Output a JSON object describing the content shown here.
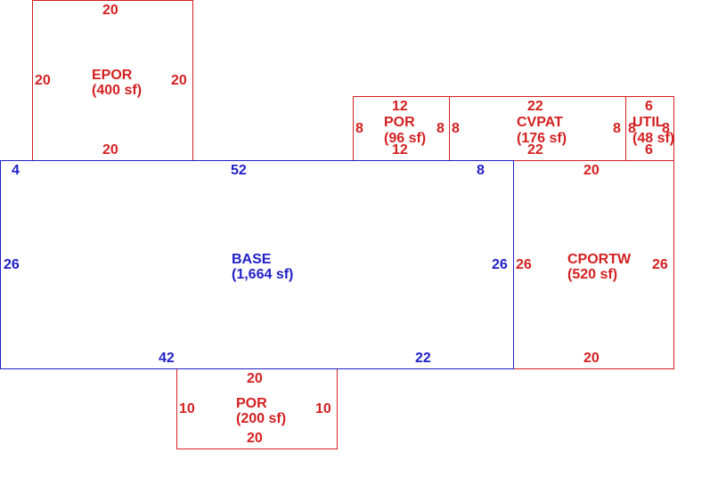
{
  "areas": {
    "epor": {
      "name": "EPOR",
      "size": "(400 sf)",
      "top": "20",
      "bottom": "20",
      "left": "20",
      "right": "20"
    },
    "por_top": {
      "name": "POR",
      "size": "(96 sf)",
      "top": "12",
      "bottom": "12",
      "left": "8",
      "right": "8"
    },
    "cvpat": {
      "name": "CVPAT",
      "size": "(176 sf)",
      "top": "22",
      "bottom": "22",
      "left": "8",
      "right": "8"
    },
    "util": {
      "name": "UTIL",
      "size": "(48 sf)",
      "top": "6",
      "bottom": "6",
      "left": "8",
      "right": "8"
    },
    "base": {
      "name": "BASE",
      "size": "(1,664 sf)",
      "top_left": "4",
      "top": "52",
      "top_right": "8",
      "left": "26",
      "right": "26",
      "bottom_left": "42",
      "bottom_right": "22"
    },
    "cportw": {
      "name": "CPORTW",
      "size": "(520 sf)",
      "top": "20",
      "bottom": "20",
      "left": "26",
      "right": "26"
    },
    "por_bottom": {
      "name": "POR",
      "size": "(200 sf)",
      "top": "20",
      "bottom": "20",
      "left": "10",
      "right": "10"
    }
  },
  "colors": {
    "addition": "#d42020",
    "base": "#2020c8"
  }
}
